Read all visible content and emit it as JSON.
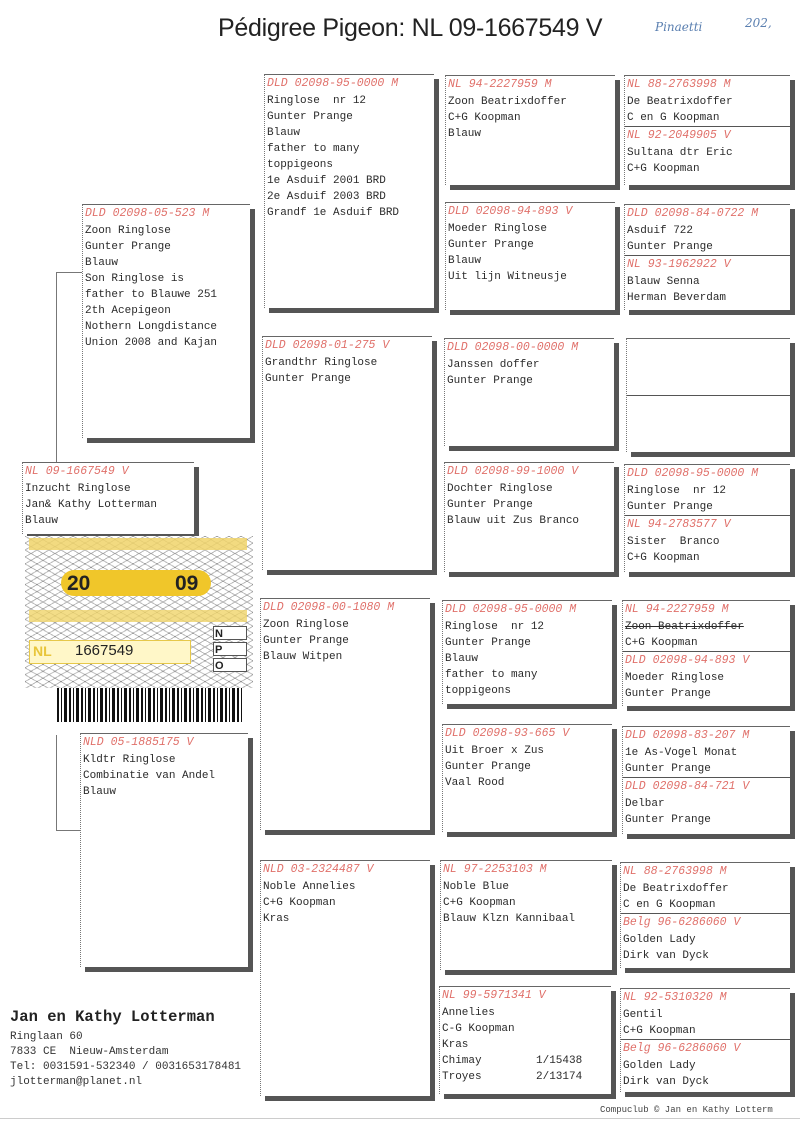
{
  "header": {
    "title": "Pédigree Pigeon: NL  09-1667549 V",
    "handwritten_1": "Pinaetti",
    "handwritten_2": "202,"
  },
  "subject": {
    "ring": "NL 09-1667549 V",
    "lines": [
      "Inzucht Ringlose",
      "Jan& Kathy Lotterman",
      "Blauw"
    ]
  },
  "ring_card": {
    "year_left": "20",
    "year_right": "09",
    "country": "NL",
    "number": "1667549",
    "letters": [
      "N",
      "P",
      "O"
    ]
  },
  "father": {
    "ring": "DLD 02098-05-523 M",
    "lines": [
      "Zoon Ringlose",
      "Gunter Prange",
      "Blauw",
      "Son Ringlose is",
      "father to Blauwe 251",
      "2th Acepigeon",
      "Nothern Longdistance",
      "Union 2008 and Kajan"
    ]
  },
  "mother": {
    "ring": "NLD 05-1885175 V",
    "lines": [
      "Kldtr Ringlose",
      "Combinatie van Andel",
      "Blauw"
    ]
  },
  "gen2": [
    {
      "ring": "DLD 02098-95-0000 M",
      "lines": [
        "Ringlose  nr 12",
        "Gunter Prange",
        "Blauw",
        "father to many",
        "toppigeons",
        "1e Asduif 2001 BRD",
        "2e Asduif 2003 BRD",
        "Grandf 1e Asduif BRD"
      ]
    },
    {
      "ring": "DLD 02098-01-275 V",
      "lines": [
        "Grandthr Ringlose",
        "Gunter Prange"
      ]
    },
    {
      "ring": "DLD 02098-00-1080 M",
      "lines": [
        "Zoon Ringlose",
        "Gunter Prange",
        "Blauw Witpen"
      ]
    },
    {
      "ring": "NLD 03-2324487 V",
      "lines": [
        "Noble Annelies",
        "C+G Koopman",
        "Kras"
      ]
    }
  ],
  "gen3": [
    {
      "ring": "NL 94-2227959 M",
      "lines": [
        "Zoon Beatrixdoffer",
        "C+G Koopman",
        "Blauw"
      ]
    },
    {
      "ring": "DLD 02098-94-893 V",
      "lines": [
        "Moeder Ringlose",
        "Gunter Prange",
        "Blauw",
        "Uit lijn Witneusje"
      ]
    },
    {
      "ring": "DLD 02098-00-0000 M",
      "lines": [
        "Janssen doffer",
        "Gunter Prange"
      ]
    },
    {
      "ring": "DLD 02098-99-1000 V",
      "lines": [
        "Dochter Ringlose",
        "Gunter Prange",
        "Blauw uit Zus Branco"
      ]
    },
    {
      "ring": "DLD 02098-95-0000 M",
      "lines": [
        "Ringlose  nr 12",
        "Gunter Prange",
        "Blauw",
        "father to many",
        "toppigeons"
      ]
    },
    {
      "ring": "DLD 02098-93-665 V",
      "lines": [
        "Uit Broer x Zus",
        "Gunter Prange",
        "Vaal Rood"
      ]
    },
    {
      "ring": "NL 97-2253103 M",
      "lines": [
        "Noble Blue",
        "C+G Koopman",
        "Blauw Klzn Kannibaal"
      ]
    },
    {
      "ring": "NL 99-5971341 V",
      "lines": [
        "Annelies",
        "C-G Koopman",
        "Kras"
      ],
      "results": [
        {
          "race": "Chimay",
          "place": "1/15438"
        },
        {
          "race": "Troyes",
          "place": "2/13174"
        }
      ]
    }
  ],
  "gen4": [
    {
      "ring": "NL 88-2763998 M",
      "lines": [
        "De Beatrixdoffer",
        "C en G Koopman"
      ]
    },
    {
      "ring": "NL 92-2049905 V",
      "lines": [
        "Sultana dtr Eric",
        "C+G Koopman"
      ]
    },
    {
      "ring": "DLD 02098-84-0722 M",
      "lines": [
        "Asduif 722",
        "Gunter Prange"
      ]
    },
    {
      "ring": "NL 93-1962922 V",
      "lines": [
        "Blauw Senna",
        "Herman Beverdam"
      ]
    },
    {
      "ring": "",
      "lines": []
    },
    {
      "ring": "",
      "lines": []
    },
    {
      "ring": "DLD 02098-95-0000 M",
      "lines": [
        "Ringlose  nr 12",
        "Gunter Prange"
      ]
    },
    {
      "ring": "NL 94-2783577 V",
      "lines": [
        "Sister  Branco",
        "C+G Koopman"
      ]
    },
    {
      "ring": "NL 94-2227959 M",
      "lines": [
        "Zoon Beatrixdoffer",
        "C+G Koopman"
      ]
    },
    {
      "ring": "DLD 02098-94-893 V",
      "lines": [
        "Moeder Ringlose",
        "Gunter Prange"
      ]
    },
    {
      "ring": "DLD 02098-83-207 M",
      "lines": [
        "1e As-Vogel Monat",
        "Gunter Prange"
      ]
    },
    {
      "ring": "DLD 02098-84-721 V",
      "lines": [
        "Delbar",
        "Gunter Prange"
      ]
    },
    {
      "ring": "NL 88-2763998 M",
      "lines": [
        "De Beatrixdoffer",
        "C en G Koopman"
      ]
    },
    {
      "ring": "Belg 96-6286060 V",
      "lines": [
        "Golden Lady",
        "Dirk van Dyck"
      ]
    },
    {
      "ring": "NL 92-5310320 M",
      "lines": [
        "Gentil",
        "C+G Koopman"
      ]
    },
    {
      "ring": "Belg 96-6286060 V",
      "lines": [
        "Golden Lady",
        "Dirk van Dyck"
      ]
    }
  ],
  "owner": {
    "name": "Jan en Kathy Lotterman",
    "street": "Ringlaan 60",
    "city": "7833 CE  Nieuw-Amsterdam",
    "phone": "Tel: 0031591-532340 / 0031653178481",
    "email": "jlotterman@planet.nl"
  },
  "footer": "Compuclub © Jan en Kathy Lotterm"
}
